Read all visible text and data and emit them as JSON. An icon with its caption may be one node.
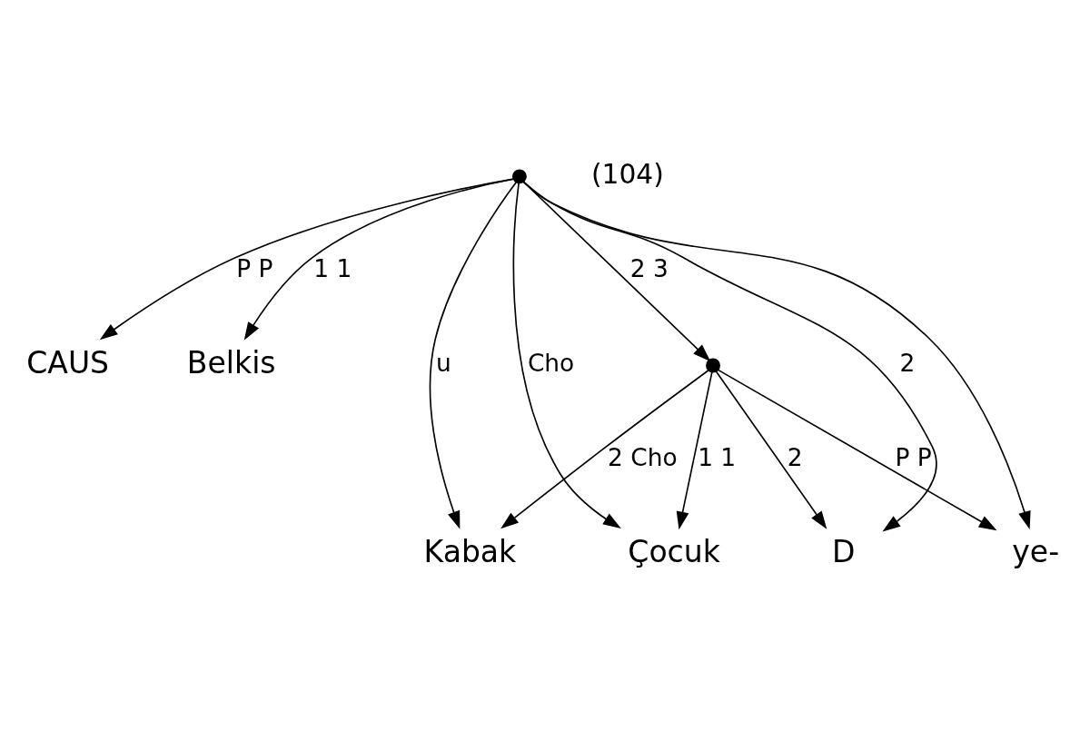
{
  "diagram": {
    "nodes": [
      {
        "text": [],
        "shape": "point"
      },
      {
        "text": [
          "CAUS"
        ]
      },
      {
        "text": [
          "Belkis"
        ]
      },
      {
        "text": [],
        "shape": "point"
      },
      {
        "text": [
          "Çocuk"
        ]
      },
      {
        "text": [
          "Kabak"
        ]
      },
      {
        "text": [
          "ye-"
        ]
      },
      {
        "text": [
          "D"
        ]
      }
    ],
    "edges": [
      {
        "from": 0,
        "to": 1,
        "arrow": "to",
        "label": "P P"
      },
      {
        "from": 0,
        "to": 2,
        "arrow": "to",
        "label": "1 1"
      },
      {
        "from": 0,
        "to": 3,
        "arrow": "to",
        "label": "2 3"
      },
      {
        "from": 0,
        "to": 4,
        "arrow": "to",
        "label": "Cho"
      },
      {
        "from": 0,
        "to": 5,
        "arrow": "to",
        "label": "u"
      },
      {
        "from": 0,
        "to": 6,
        "arrow": "to"
      },
      {
        "from": 0,
        "to": 7,
        "arrow": "to",
        "label": "2"
      },
      {
        "from": 3,
        "to": 4,
        "arrow": "to",
        "label": "1 1"
      },
      {
        "from": 3,
        "to": 5,
        "arrow": "to",
        "label": "2 Cho"
      },
      {
        "from": 3,
        "to": 6,
        "arrow": "to",
        "label": "P P"
      },
      {
        "from": 3,
        "to": 7,
        "arrow": "to",
        "label": "2"
      }
    ],
    "labels": [
      "(104)"
    ]
  }
}
